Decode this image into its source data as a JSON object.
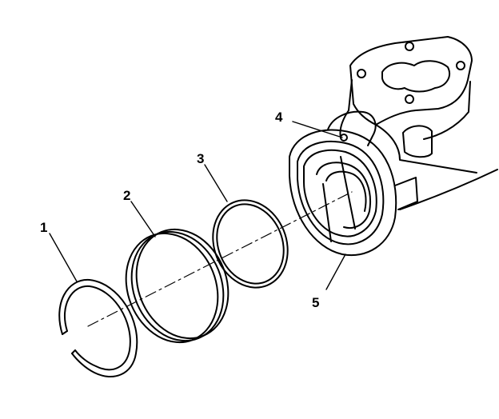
{
  "callouts": [
    {
      "id": "retaining-ring",
      "label": "1"
    },
    {
      "id": "piston",
      "label": "2"
    },
    {
      "id": "o-ring",
      "label": "3"
    },
    {
      "id": "passage-hole",
      "label": "4"
    },
    {
      "id": "housing-bore",
      "label": "5"
    }
  ],
  "colors": {
    "line": "#000000",
    "background": "#ffffff"
  }
}
